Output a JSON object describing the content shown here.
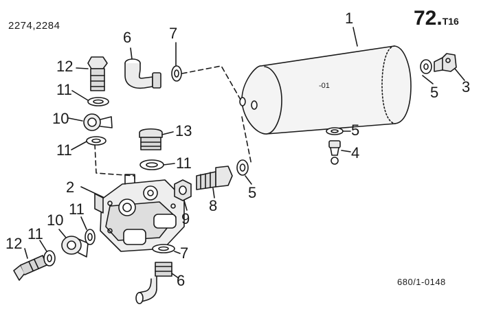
{
  "header": {
    "model_numbers": "2274,2284",
    "page_number": "72.",
    "page_suffix": "T16"
  },
  "footer": {
    "drawing_ref": "680/1-0148"
  },
  "tank_marking": "-01",
  "callouts": [
    "1",
    "2",
    "3",
    "4",
    "5",
    "5",
    "5",
    "6",
    "6",
    "7",
    "7",
    "8",
    "9",
    "10",
    "10",
    "11",
    "11",
    "11",
    "11",
    "12",
    "12",
    "13"
  ]
}
